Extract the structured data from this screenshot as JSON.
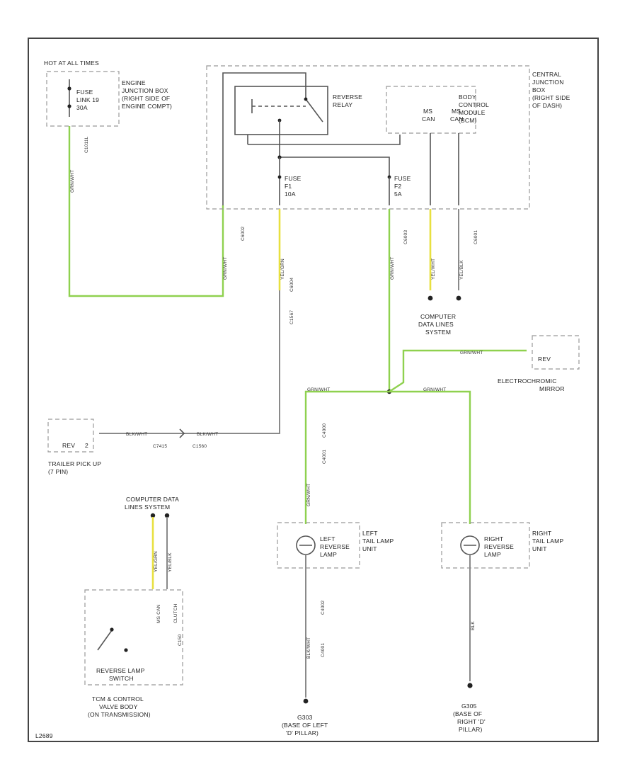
{
  "fig_id": "L2689",
  "hot_at_all_times": "HOT AT ALL TIMES",
  "engine_box": {
    "fuse": [
      "FUSE",
      "LINK 19",
      "30A"
    ],
    "label": [
      "ENGINE",
      "JUNCTION BOX",
      "(RIGHT SIDE OF",
      "ENGINE COMPT)"
    ],
    "connector": "C1011L"
  },
  "central_box": {
    "label": [
      "CENTRAL",
      "JUNCTION",
      "BOX",
      "(RIGHT SIDE",
      "OF DASH)"
    ],
    "relay": [
      "REVERSE",
      "RELAY"
    ],
    "bcm": [
      "BODY",
      "CONTROL",
      "MODULE",
      "(BCM)"
    ],
    "can1": [
      "MS",
      "CAN"
    ],
    "can2": [
      "MS",
      "CAN"
    ],
    "fuse_f1": [
      "FUSE",
      "F1",
      "10A"
    ],
    "fuse_f2": [
      "FUSE",
      "F2",
      "5A"
    ],
    "connectors": {
      "relay_feed": "C6002",
      "fuse1_out": "C6004",
      "fuse1_out2": "C1567",
      "fuse2_out": "C6003",
      "can_out": "C6001"
    }
  },
  "wire_colors": {
    "engine_feed": "GRN/WHT",
    "relay_feed": "GRN/WHT",
    "fuse1_feed": "YEL/GRN",
    "fuse2_feed": "GRN/WHT",
    "can1": "YEL/WHT",
    "can2": "YEL/BLK",
    "mirror_feed": "GRN/WHT",
    "left_lamp_feed": "GRN/WHT",
    "right_lamp_feed": "GRN/WHT",
    "trailer_1": "BLK/WHT",
    "trailer_2": "BLK/WHT",
    "switch_1": "YEL/GRN",
    "switch_2": "YEL/BLK",
    "left_ground": "BLK/WHT",
    "right_ground": "BLK"
  },
  "connectors": {
    "c1567b": "C1567",
    "trailer_c1": "C7415",
    "trailer_c2": "C1560",
    "left_top_a": "C4000",
    "left_top_b": "C4001",
    "left_bot_a": "C4002",
    "left_bot_b": "C4001",
    "switch_c": "C150"
  },
  "computer_data_lines": [
    "COMPUTER",
    "DATA LINES",
    "SYSTEM"
  ],
  "computer_data_lines2": [
    "COMPUTER DATA",
    "LINES SYSTEM"
  ],
  "mirror": {
    "pin": "REV",
    "label": [
      "ELECTROCHROMIC",
      "MIRROR"
    ]
  },
  "trailer": {
    "pin": "REV",
    "num": "2",
    "label": [
      "TRAILER PICK UP",
      "(7 PIN)"
    ]
  },
  "left_lamp": {
    "lamp": [
      "LEFT",
      "REVERSE",
      "LAMP"
    ],
    "unit": [
      "LEFT",
      "TAIL LAMP",
      "UNIT"
    ]
  },
  "right_lamp": {
    "lamp": [
      "RIGHT",
      "REVERSE",
      "LAMP"
    ],
    "unit": [
      "RIGHT",
      "TAIL LAMP",
      "UNIT"
    ]
  },
  "switch": {
    "label": [
      "REVERSE LAMP",
      "SWITCH"
    ],
    "pins": [
      "MS CAN",
      "CLUTCH"
    ],
    "location": [
      "TCM & CONTROL",
      "VALVE BODY",
      "(ON TRANSMISSION)"
    ]
  },
  "left_ground": {
    "id": "G303",
    "location": [
      "(BASE OF LEFT",
      "'D' PILLAR)"
    ]
  },
  "right_ground": {
    "id": "G305",
    "location": [
      "(BASE OF",
      "RIGHT 'D'",
      "PILLAR)"
    ]
  }
}
